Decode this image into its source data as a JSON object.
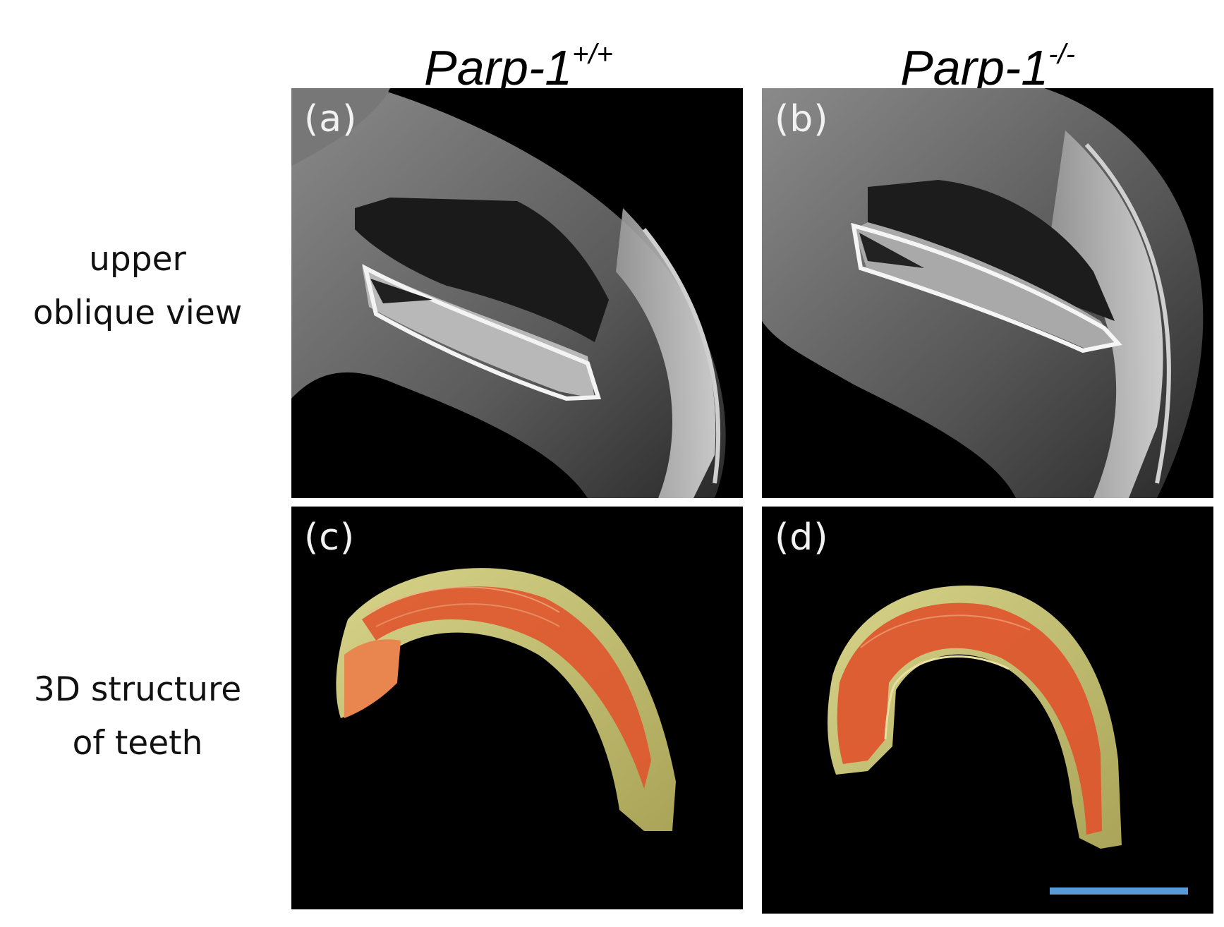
{
  "columns": {
    "left": {
      "base": "Parp-1",
      "sup": "+/+"
    },
    "right": {
      "base": "Parp-1",
      "sup": "-/-"
    }
  },
  "rows": {
    "top": {
      "line1": "upper",
      "line2": "oblique view"
    },
    "bottom": {
      "line1": "3D structure",
      "line2": "of teeth"
    }
  },
  "panels": {
    "a": "(a)",
    "b": "(b)",
    "c": "(c)",
    "d": "(d)"
  },
  "colors": {
    "panel_background": "#000000",
    "enamel_yellow": "#c9c66a",
    "dentin_red": "#e0552e",
    "scale_bar": "#5b9bd5"
  }
}
